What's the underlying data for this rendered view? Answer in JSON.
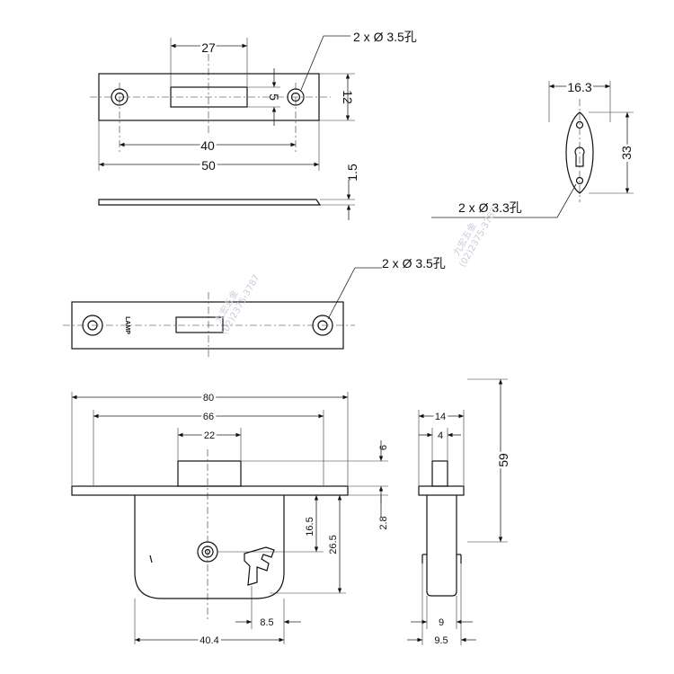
{
  "dimensions": {
    "strike_top_width_slot": "27",
    "strike_hole_spacing": "40",
    "strike_length": "50",
    "strike_slot_height": "5",
    "strike_height": "12",
    "strike_thickness": "1.5",
    "strike_hole_note": "2 x Ø 3.5孔",
    "escutcheon_width": "16.3",
    "escutcheon_height": "33",
    "escutcheon_hole_note": "2 x Ø 3.3孔",
    "faceplate_hole_note": "2 x Ø 3.5孔",
    "face_length": "80",
    "body_hole_spacing": "66",
    "latch_width": "22",
    "latch_projection": "6",
    "latch_center_drop": "16.5",
    "key_center_drop": "26.5",
    "face_thickness": "2.8",
    "key_offset": "8.5",
    "backset": "40.4",
    "side_width": "14",
    "side_latch": "4",
    "side_height": "59",
    "side_body": "9",
    "side_overall": "9.5"
  },
  "faceplate_brand": "LAMP",
  "watermark": {
    "name": "九宏五金",
    "phone": "(02)2375-3787"
  }
}
